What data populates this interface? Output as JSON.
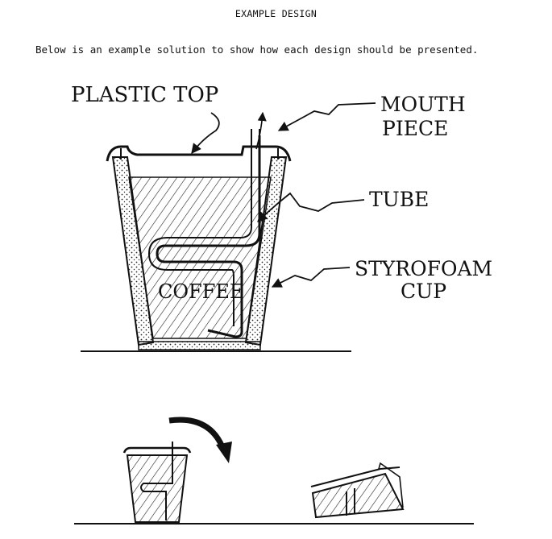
{
  "header": {
    "title": "EXAMPLE DESIGN"
  },
  "intro": {
    "text": "Below is an example solution to show how each design should be presented."
  },
  "diagram": {
    "labels": {
      "plastic_top": "PLASTIC TOP",
      "mouth_line1": "MOUTH",
      "mouth_line2": "PIECE",
      "tube": "TUBE",
      "cup_line1": "STYROFOAM",
      "cup_line2": "CUP",
      "coffee": "COFFEE"
    }
  }
}
